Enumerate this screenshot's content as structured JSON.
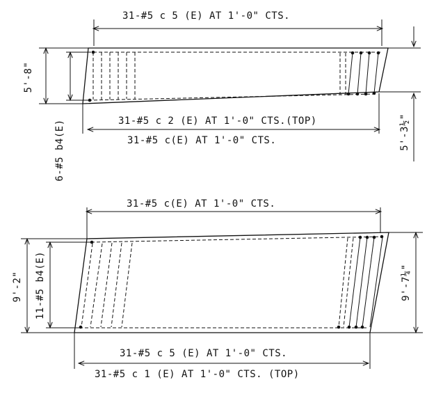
{
  "top_slab": {
    "label_top": "31-#5 c 5 (E) AT 1'-0\" CTS.",
    "label_bottom_1": "31-#5 c 2 (E) AT 1'-0\" CTS.(TOP)",
    "label_bottom_2": "31-#5 c(E) AT 1'-0\" CTS.",
    "dim_left": "5'-8\"",
    "dim_right": "5'-3½\"",
    "side_bars": "6-#5 b4(E)"
  },
  "bottom_slab": {
    "label_top": "31-#5 c(E) AT 1'-0\" CTS.",
    "label_bottom_1": "31-#5 c 5 (E) AT 1'-0\" CTS.",
    "label_bottom_2": "31-#5 c 1 (E) AT 1'-0\" CTS. (TOP)",
    "dim_left": "9'-2\"",
    "dim_right": "9'-7¼\"",
    "side_bars": "11-#5 b4(E)"
  }
}
